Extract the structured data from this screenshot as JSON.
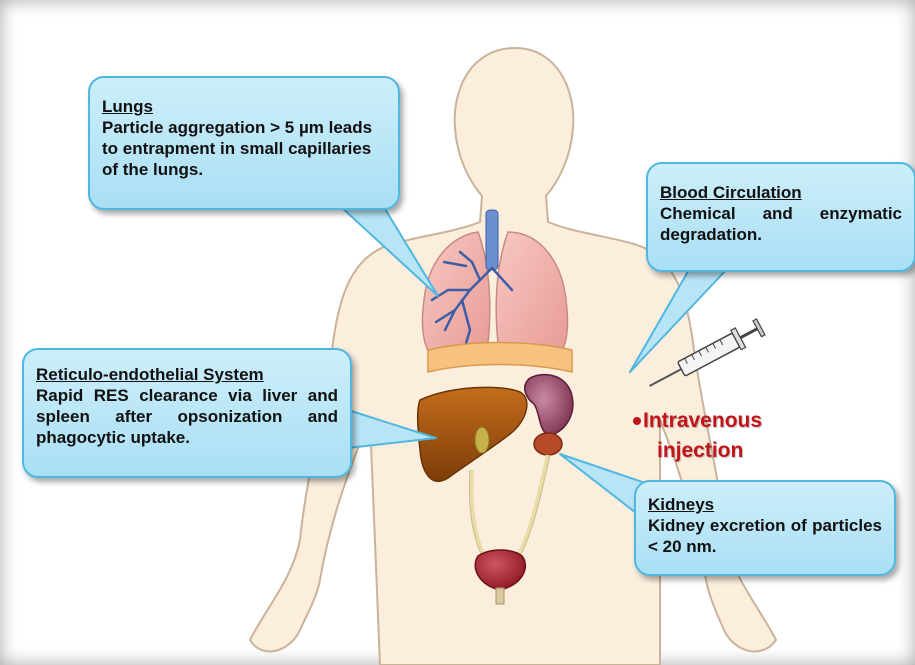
{
  "callouts": {
    "lungs": {
      "title": "Lungs",
      "body": "Particle aggregation > 5 µm leads to entrapment in small capillaries of the lungs."
    },
    "blood": {
      "title": "Blood Circulation",
      "body": "Chemical and enzymatic degradation."
    },
    "res": {
      "title": "Reticulo-endothelial System",
      "body": "Rapid RES clearance via liver and spleen after opsonization and phagocytic uptake."
    },
    "kidneys": {
      "title": "Kidneys",
      "body": "Kidney excretion of particles < 20 nm."
    }
  },
  "injection": {
    "line1": "Intravenous",
    "line2": "injection",
    "color": "#c2151b"
  },
  "colors": {
    "callout_fill": "#b8e5f6",
    "callout_border": "#4fb7e0",
    "skin": "#fbeedd",
    "skin_outline": "#c9b39a",
    "liver": "#a8580e",
    "spleen": "#8c3a5c",
    "kidney": "#b84a2a",
    "bladder": "#a0202e",
    "lung": "#f0b2ae",
    "diaphragm": "#f6c27e"
  },
  "icons": [
    "syringe-icon"
  ]
}
